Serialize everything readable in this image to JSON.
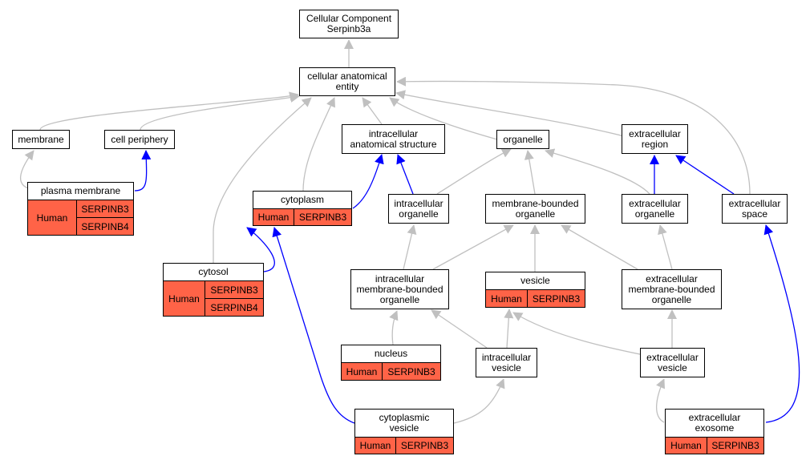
{
  "nodes": {
    "root": "Cellular Component\nSerpinb3a",
    "cae": "cellular anatomical\nentity",
    "membrane": "membrane",
    "cell_periphery": "cell periphery",
    "ias": "intracellular\nanatomical structure",
    "organelle": "organelle",
    "ecr": "extracellular\nregion",
    "io": "intracellular\norganelle",
    "mbo": "membrane-bounded\norganelle",
    "eco": "extracellular\norganelle",
    "ecs": "extracellular\nspace",
    "imbo": "intracellular\nmembrane-bounded\norganelle",
    "ecmbo": "extracellular\nmembrane-bounded\norganelle",
    "iv": "intracellular\nvesicle",
    "ev": "extracellular\nvesicle"
  },
  "gene_nodes": {
    "plasma_membrane": {
      "title": "plasma membrane",
      "species": "Human",
      "genes": [
        "SERPINB3",
        "SERPINB4"
      ]
    },
    "cytoplasm": {
      "title": "cytoplasm",
      "species": "Human",
      "genes": [
        "SERPINB3"
      ]
    },
    "cytosol": {
      "title": "cytosol",
      "species": "Human",
      "genes": [
        "SERPINB3",
        "SERPINB4"
      ]
    },
    "vesicle": {
      "title": "vesicle",
      "species": "Human",
      "genes": [
        "SERPINB3"
      ]
    },
    "nucleus": {
      "title": "nucleus",
      "species": "Human",
      "genes": [
        "SERPINB3"
      ]
    },
    "cyto_vesicle": {
      "title": "cytoplasmic\nvesicle",
      "species": "Human",
      "genes": [
        "SERPINB3"
      ]
    },
    "exosome": {
      "title": "extracellular\nexosome",
      "species": "Human",
      "genes": [
        "SERPINB3"
      ]
    }
  },
  "colors": {
    "gene_fill": "#ff6347",
    "is_a_edge": "#c0c0c0",
    "part_of_edge": "#0000ff"
  }
}
